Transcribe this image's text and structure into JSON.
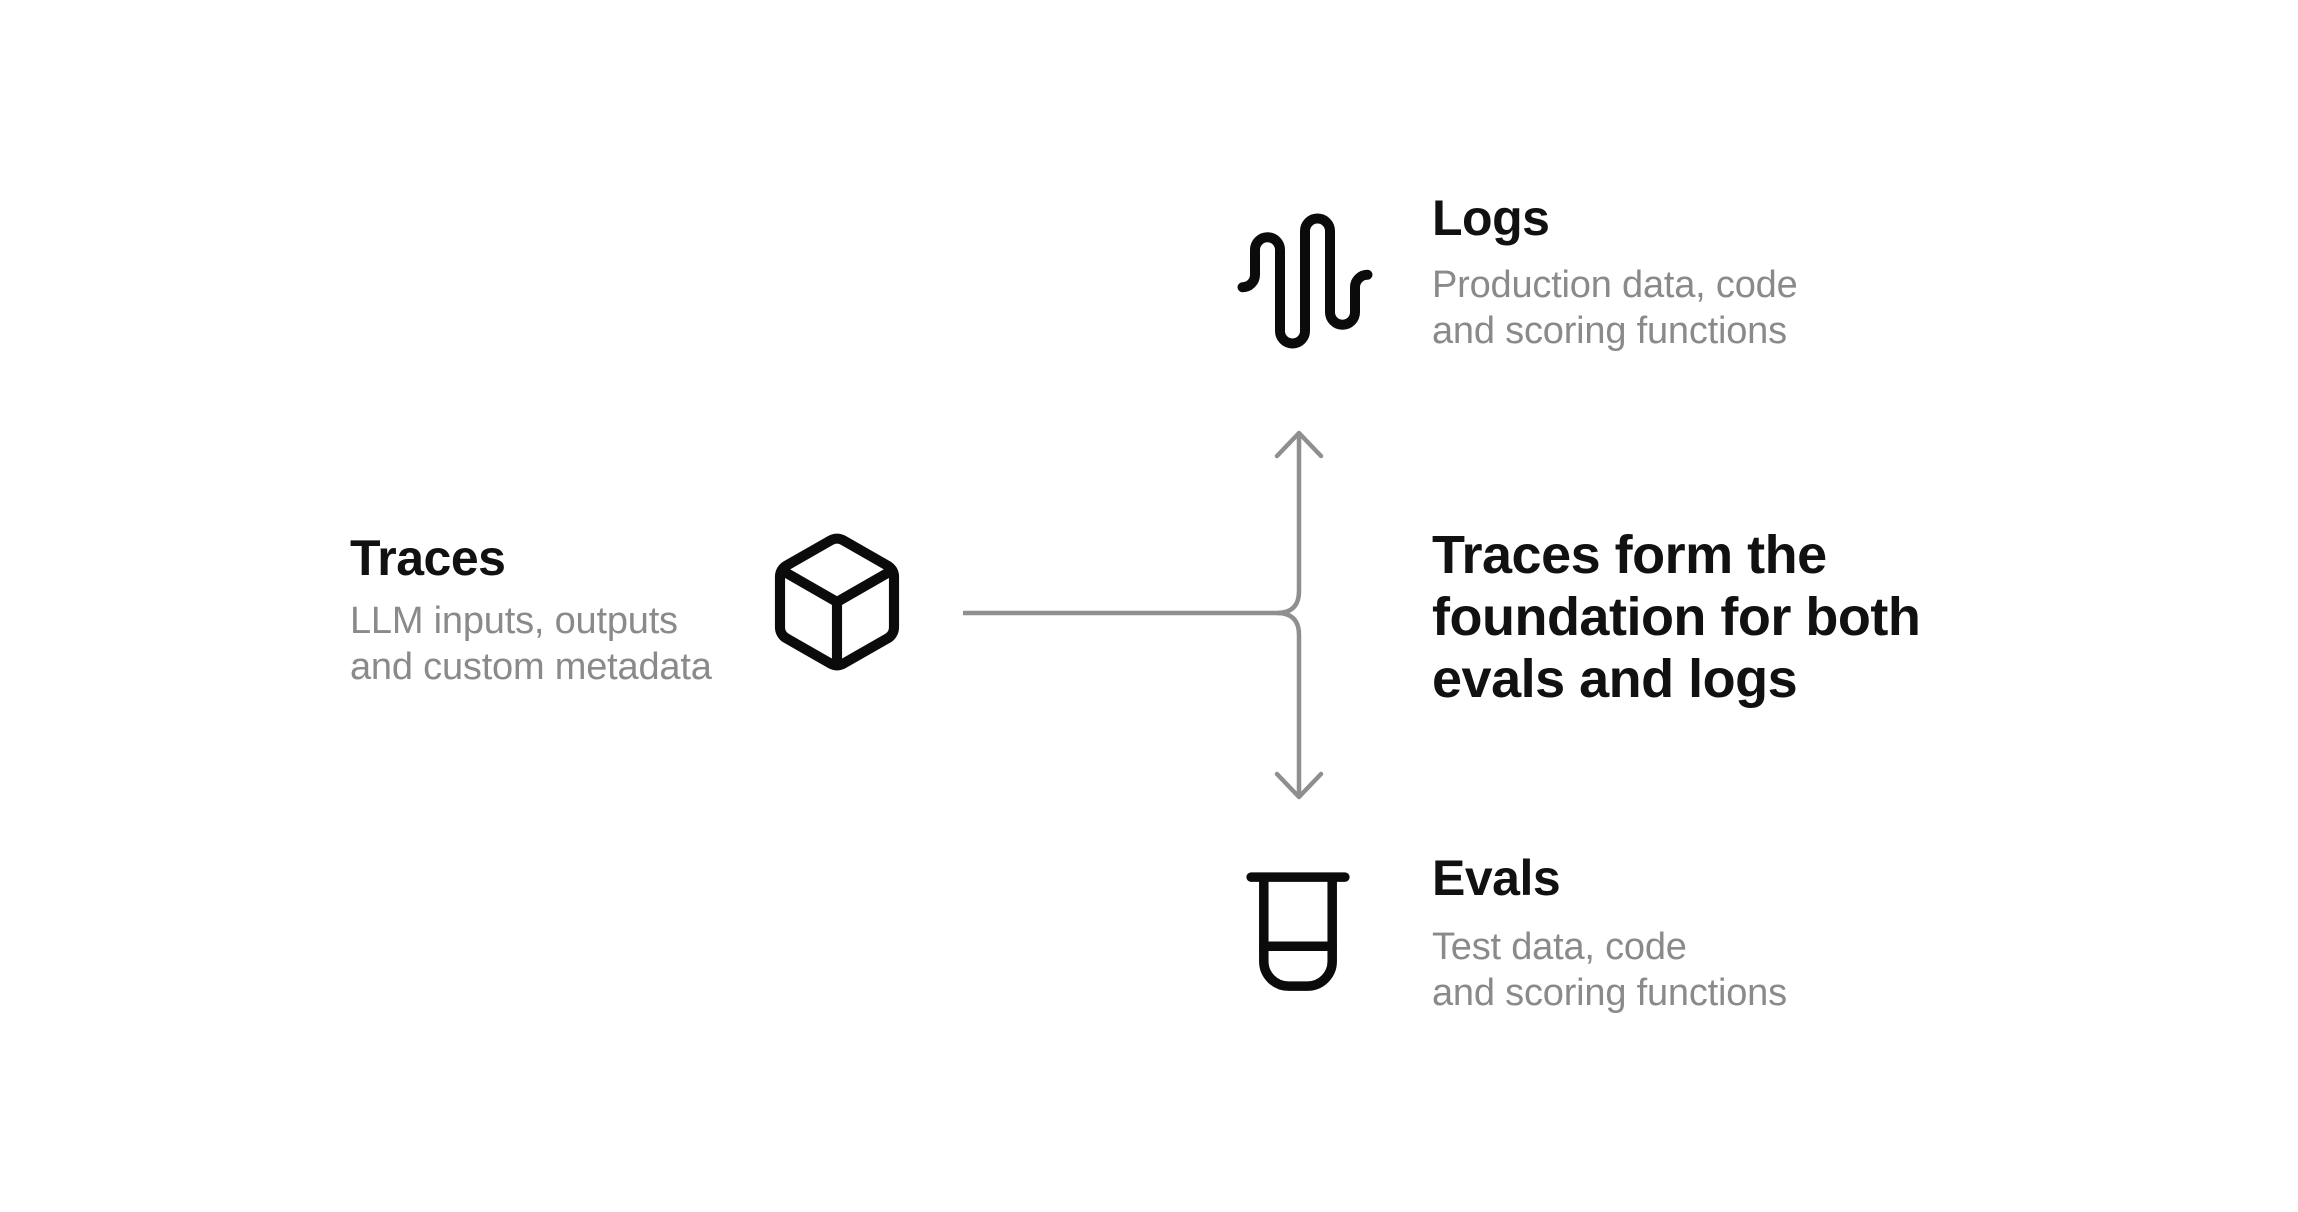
{
  "canvas": {
    "background": "#ffffff"
  },
  "colors": {
    "heading": "#111111",
    "description": "#8a8a8a",
    "icon": "#0b0b0b",
    "connector": "#8f8f8f"
  },
  "nodes": {
    "traces": {
      "title": "Traces",
      "description_lines": [
        "LLM inputs, outputs",
        "and custom metadata"
      ],
      "icon": "cube-icon"
    },
    "logs": {
      "title": "Logs",
      "description_lines": [
        "Production data, code",
        "and scoring functions"
      ],
      "icon": "waveform-icon"
    },
    "evals": {
      "title": "Evals",
      "description_lines": [
        "Test data, code",
        "and scoring functions"
      ],
      "icon": "beaker-icon"
    }
  },
  "annotation": {
    "lines": [
      "Traces form the",
      "foundation for both",
      "evals and logs"
    ]
  }
}
